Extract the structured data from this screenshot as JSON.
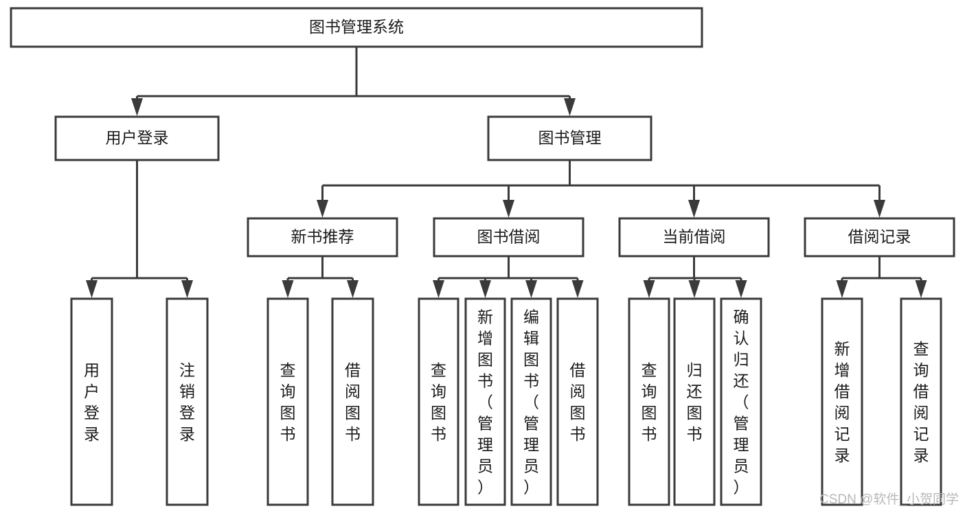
{
  "diagram": {
    "type": "hierarchy-tree",
    "title": "图书管理系统",
    "orientation": "top-down",
    "watermark": "CSDN @软件_小贺同学",
    "colors": {
      "box_stroke": "#3a3a3a",
      "box_fill": "#ffffff",
      "connector": "#3a3a3a",
      "text": "#1a1a1a",
      "background": "#ffffff",
      "watermark": "#b8b8b8"
    },
    "nodes": {
      "root": {
        "label": "图书管理系统",
        "level": 1,
        "orientation": "horizontal"
      },
      "l2_user": {
        "label": "用户登录",
        "level": 2,
        "orientation": "horizontal"
      },
      "l2_book": {
        "label": "图书管理",
        "level": 2,
        "orientation": "horizontal"
      },
      "l3_newbook": {
        "label": "新书推荐",
        "level": 3,
        "orientation": "horizontal"
      },
      "l3_borrow": {
        "label": "图书借阅",
        "level": 3,
        "orientation": "horizontal"
      },
      "l3_current": {
        "label": "当前借阅",
        "level": 3,
        "orientation": "horizontal"
      },
      "l3_record": {
        "label": "借阅记录",
        "level": 3,
        "orientation": "horizontal"
      },
      "leaf_user_login": {
        "label": "用户登录",
        "level": 4,
        "orientation": "vertical"
      },
      "leaf_user_logout": {
        "label": "注销登录",
        "level": 4,
        "orientation": "vertical"
      },
      "leaf_new_query": {
        "label": "查询图书",
        "level": 4,
        "orientation": "vertical"
      },
      "leaf_new_borrow": {
        "label": "借阅图书",
        "level": 4,
        "orientation": "vertical"
      },
      "leaf_bor_query": {
        "label": "查询图书",
        "level": 4,
        "orientation": "vertical"
      },
      "leaf_bor_add": {
        "label": "新增图书（管理员）",
        "level": 4,
        "orientation": "vertical"
      },
      "leaf_bor_edit": {
        "label": "编辑图书（管理员）",
        "level": 4,
        "orientation": "vertical"
      },
      "leaf_bor_lend": {
        "label": "借阅图书",
        "level": 4,
        "orientation": "vertical"
      },
      "leaf_cur_query": {
        "label": "查询图书",
        "level": 4,
        "orientation": "vertical"
      },
      "leaf_cur_return": {
        "label": "归还图书",
        "level": 4,
        "orientation": "vertical"
      },
      "leaf_cur_confirm": {
        "label": "确认归还（管理员）",
        "level": 4,
        "orientation": "vertical"
      },
      "leaf_rec_add": {
        "label": "新增借阅记录",
        "level": 4,
        "orientation": "vertical"
      },
      "leaf_rec_query": {
        "label": "查询借阅记录",
        "level": 4,
        "orientation": "vertical"
      }
    },
    "edges": [
      {
        "from": "root",
        "to": "l2_user"
      },
      {
        "from": "root",
        "to": "l2_book"
      },
      {
        "from": "l2_user",
        "to": "leaf_user_login"
      },
      {
        "from": "l2_user",
        "to": "leaf_user_logout"
      },
      {
        "from": "l2_book",
        "to": "l3_newbook"
      },
      {
        "from": "l2_book",
        "to": "l3_borrow"
      },
      {
        "from": "l2_book",
        "to": "l3_current"
      },
      {
        "from": "l2_book",
        "to": "l3_record"
      },
      {
        "from": "l3_newbook",
        "to": "leaf_new_query"
      },
      {
        "from": "l3_newbook",
        "to": "leaf_new_borrow"
      },
      {
        "from": "l3_borrow",
        "to": "leaf_bor_query"
      },
      {
        "from": "l3_borrow",
        "to": "leaf_bor_add"
      },
      {
        "from": "l3_borrow",
        "to": "leaf_bor_edit"
      },
      {
        "from": "l3_borrow",
        "to": "leaf_bor_lend"
      },
      {
        "from": "l3_current",
        "to": "leaf_cur_query"
      },
      {
        "from": "l3_current",
        "to": "leaf_cur_return"
      },
      {
        "from": "l3_current",
        "to": "leaf_cur_confirm"
      },
      {
        "from": "l3_record",
        "to": "leaf_rec_add"
      },
      {
        "from": "l3_record",
        "to": "leaf_rec_query"
      }
    ]
  }
}
